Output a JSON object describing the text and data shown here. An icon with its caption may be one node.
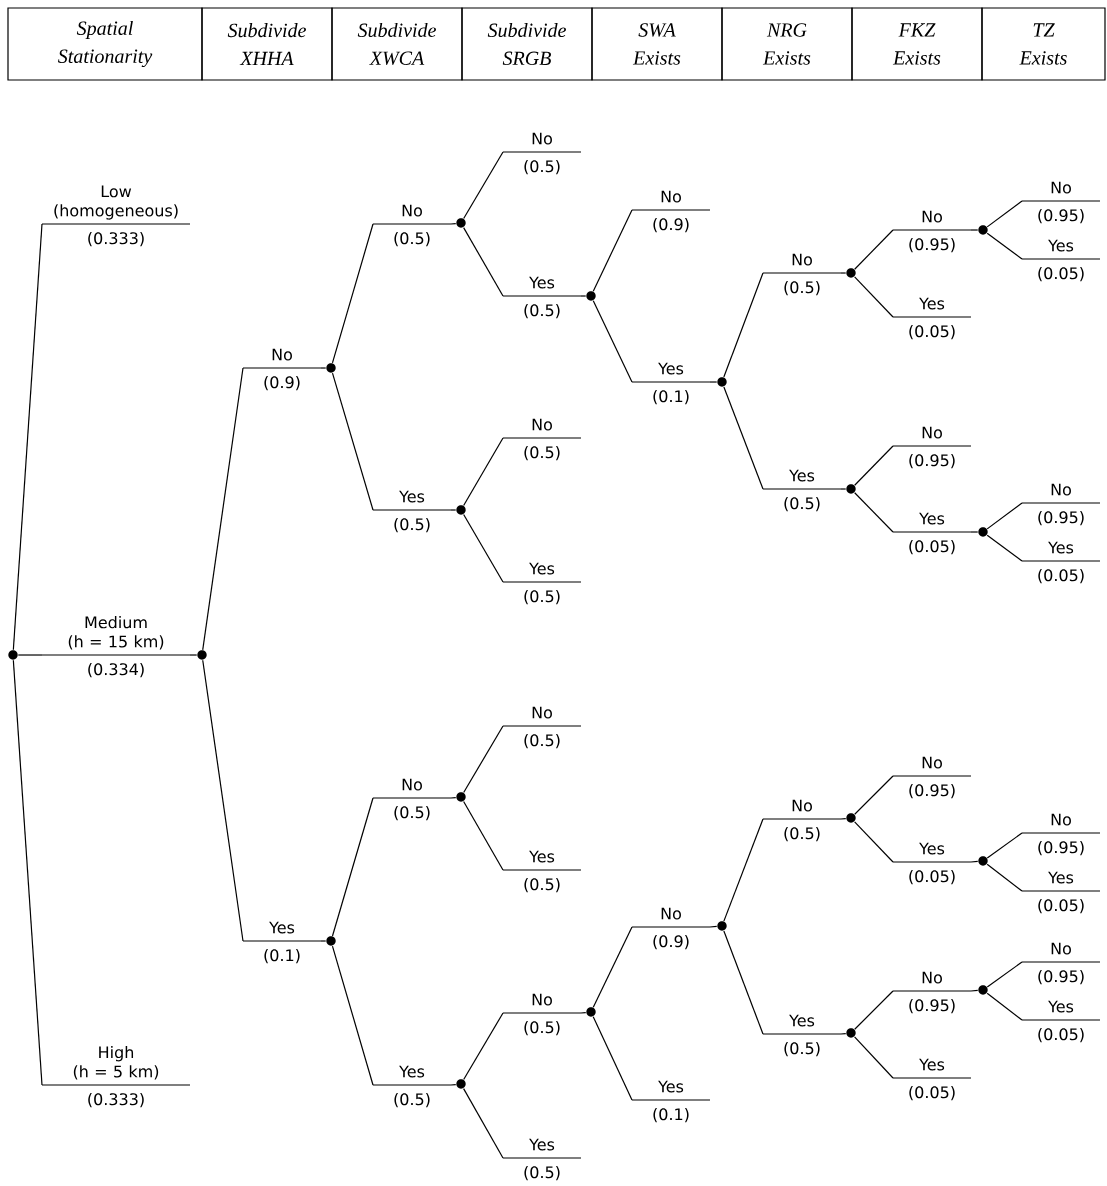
{
  "diagram": {
    "nodes": [
      {
        "text": [],
        "shape": "circle"
      },
      {
        "text": [
          "Low (homogeneous)",
          "(0.333)"
        ]
      },
      {
        "text": [
          "Medium (h = 15 km)",
          "(0.334)"
        ]
      },
      {
        "text": [
          "High (h = 5 km)",
          "(0.333)"
        ]
      },
      {
        "text": [],
        "shape": "circle"
      },
      {
        "text": [
          "No",
          "(0.9)"
        ]
      },
      {
        "text": [],
        "shape": "circle"
      },
      {
        "text": [
          "No",
          "(0.5)"
        ]
      },
      {
        "text": [],
        "shape": "circle"
      },
      {
        "text": [
          "No",
          "(0.5)"
        ]
      },
      {
        "text": [
          "Yes",
          "(0.5)"
        ]
      },
      {
        "text": [],
        "shape": "circle"
      },
      {
        "text": [
          "No",
          "(0.9)"
        ]
      },
      {
        "text": [
          "Yes",
          "(0.1)"
        ]
      },
      {
        "text": [],
        "shape": "circle"
      },
      {
        "text": [
          "No",
          "(0.5)"
        ]
      },
      {
        "text": [],
        "shape": "circle"
      },
      {
        "text": [
          "No",
          "(0.95)"
        ]
      },
      {
        "text": [],
        "shape": "circle"
      },
      {
        "text": [
          "No",
          "(0.95)"
        ]
      },
      {
        "text": [
          "Yes",
          "(0.05)"
        ]
      },
      {
        "text": [
          "Yes",
          "(0.05)"
        ]
      },
      {
        "text": [
          "Yes",
          "(0.5)"
        ]
      },
      {
        "text": [],
        "shape": "circle"
      },
      {
        "text": [
          "No",
          "(0.95)"
        ]
      },
      {
        "text": [
          "Yes",
          "(0.05)"
        ]
      },
      {
        "text": [],
        "shape": "circle"
      },
      {
        "text": [
          "No",
          "(0.95)"
        ]
      },
      {
        "text": [
          "Yes",
          "(0.05)"
        ]
      },
      {
        "text": [
          "Yes",
          "(0.5)"
        ]
      },
      {
        "text": [],
        "shape": "circle"
      },
      {
        "text": [
          "No",
          "(0.5)"
        ]
      },
      {
        "text": [
          "Yes",
          "(0.5)"
        ]
      },
      {
        "text": [
          "Yes",
          "(0.1)"
        ]
      },
      {
        "text": [],
        "shape": "circle"
      },
      {
        "text": [
          "No",
          "(0.5)"
        ]
      },
      {
        "text": [],
        "shape": "circle"
      },
      {
        "text": [
          "No",
          "(0.5)"
        ]
      },
      {
        "text": [
          "Yes",
          "(0.5)"
        ]
      },
      {
        "text": [
          "Yes",
          "(0.5)"
        ]
      },
      {
        "text": [],
        "shape": "circle"
      },
      {
        "text": [
          "No",
          "(0.5)"
        ]
      },
      {
        "text": [],
        "shape": "circle"
      },
      {
        "text": [
          "No",
          "(0.9)"
        ]
      },
      {
        "text": [],
        "shape": "circle"
      },
      {
        "text": [
          "No",
          "(0.5)"
        ]
      },
      {
        "text": [],
        "shape": "circle"
      },
      {
        "text": [
          "No",
          "(0.95)"
        ]
      },
      {
        "text": [
          "Yes",
          "(0.05)"
        ]
      },
      {
        "text": [],
        "shape": "circle"
      },
      {
        "text": [
          "No",
          "(0.95)"
        ]
      },
      {
        "text": [
          "Yes",
          "(0.05)"
        ]
      },
      {
        "text": [
          "Yes",
          "(0.5)"
        ]
      },
      {
        "text": [],
        "shape": "circle"
      },
      {
        "text": [
          "No",
          "(0.95)"
        ]
      },
      {
        "text": [],
        "shape": "circle"
      },
      {
        "text": [
          "No",
          "(0.95)"
        ]
      },
      {
        "text": [
          "Yes",
          "(0.05)"
        ]
      },
      {
        "text": [
          "Yes",
          "(0.05)"
        ]
      },
      {
        "text": [
          "Yes",
          "(0.1)"
        ]
      },
      {
        "text": [
          "Yes",
          "(0.5)"
        ]
      }
    ],
    "edges": [
      {
        "from": 0,
        "to": 1,
        "arrow": "none"
      },
      {
        "from": 0,
        "to": 2,
        "arrow": "none"
      },
      {
        "from": 0,
        "to": 3,
        "arrow": "none"
      },
      {
        "from": 2,
        "to": 4,
        "arrow": "none"
      },
      {
        "from": 4,
        "to": 5,
        "arrow": "none"
      },
      {
        "from": 4,
        "to": 33,
        "arrow": "none"
      },
      {
        "from": 5,
        "to": 6,
        "arrow": "none"
      },
      {
        "from": 6,
        "to": 7,
        "arrow": "none"
      },
      {
        "from": 6,
        "to": 29,
        "arrow": "none"
      },
      {
        "from": 7,
        "to": 8,
        "arrow": "none"
      },
      {
        "from": 8,
        "to": 9,
        "arrow": "none"
      },
      {
        "from": 8,
        "to": 10,
        "arrow": "none"
      },
      {
        "from": 10,
        "to": 11,
        "arrow": "none"
      },
      {
        "from": 11,
        "to": 12,
        "arrow": "none"
      },
      {
        "from": 11,
        "to": 13,
        "arrow": "none"
      },
      {
        "from": 13,
        "to": 14,
        "arrow": "none"
      },
      {
        "from": 14,
        "to": 15,
        "arrow": "none"
      },
      {
        "from": 14,
        "to": 22,
        "arrow": "none"
      },
      {
        "from": 15,
        "to": 16,
        "arrow": "none"
      },
      {
        "from": 16,
        "to": 17,
        "arrow": "none"
      },
      {
        "from": 16,
        "to": 21,
        "arrow": "none"
      },
      {
        "from": 17,
        "to": 18,
        "arrow": "none"
      },
      {
        "from": 18,
        "to": 19,
        "arrow": "none"
      },
      {
        "from": 18,
        "to": 20,
        "arrow": "none"
      },
      {
        "from": 22,
        "to": 23,
        "arrow": "none"
      },
      {
        "from": 23,
        "to": 24,
        "arrow": "none"
      },
      {
        "from": 23,
        "to": 25,
        "arrow": "none"
      },
      {
        "from": 25,
        "to": 26,
        "arrow": "none"
      },
      {
        "from": 26,
        "to": 27,
        "arrow": "none"
      },
      {
        "from": 26,
        "to": 28,
        "arrow": "none"
      },
      {
        "from": 29,
        "to": 30,
        "arrow": "none"
      },
      {
        "from": 30,
        "to": 31,
        "arrow": "none"
      },
      {
        "from": 30,
        "to": 32,
        "arrow": "none"
      },
      {
        "from": 33,
        "to": 34,
        "arrow": "none"
      },
      {
        "from": 34,
        "to": 35,
        "arrow": "none"
      },
      {
        "from": 34,
        "to": 39,
        "arrow": "none"
      },
      {
        "from": 35,
        "to": 36,
        "arrow": "none"
      },
      {
        "from": 36,
        "to": 37,
        "arrow": "none"
      },
      {
        "from": 36,
        "to": 38,
        "arrow": "none"
      },
      {
        "from": 39,
        "to": 40,
        "arrow": "none"
      },
      {
        "from": 40,
        "to": 41,
        "arrow": "none"
      },
      {
        "from": 40,
        "to": 60,
        "arrow": "none"
      },
      {
        "from": 41,
        "to": 42,
        "arrow": "none"
      },
      {
        "from": 42,
        "to": 43,
        "arrow": "none"
      },
      {
        "from": 42,
        "to": 59,
        "arrow": "none"
      },
      {
        "from": 43,
        "to": 44,
        "arrow": "none"
      },
      {
        "from": 44,
        "to": 45,
        "arrow": "none"
      },
      {
        "from": 44,
        "to": 52,
        "arrow": "none"
      },
      {
        "from": 45,
        "to": 46,
        "arrow": "none"
      },
      {
        "from": 46,
        "to": 47,
        "arrow": "none"
      },
      {
        "from": 46,
        "to": 48,
        "arrow": "none"
      },
      {
        "from": 48,
        "to": 49,
        "arrow": "none"
      },
      {
        "from": 49,
        "to": 50,
        "arrow": "none"
      },
      {
        "from": 49,
        "to": 51,
        "arrow": "none"
      },
      {
        "from": 52,
        "to": 53,
        "arrow": "none"
      },
      {
        "from": 53,
        "to": 54,
        "arrow": "none"
      },
      {
        "from": 53,
        "to": 58,
        "arrow": "none"
      },
      {
        "from": 54,
        "to": 55,
        "arrow": "none"
      },
      {
        "from": 55,
        "to": 56,
        "arrow": "none"
      },
      {
        "from": 55,
        "to": 57,
        "arrow": "none"
      }
    ],
    "labels": [
      "Spatial Stationarity",
      "Subdivide XHHA",
      "Subdivide XWCA",
      "Subdivide SRGB",
      "SWA Exists",
      "NRG Exists",
      "FKZ Exists",
      "TZ Exists"
    ]
  }
}
